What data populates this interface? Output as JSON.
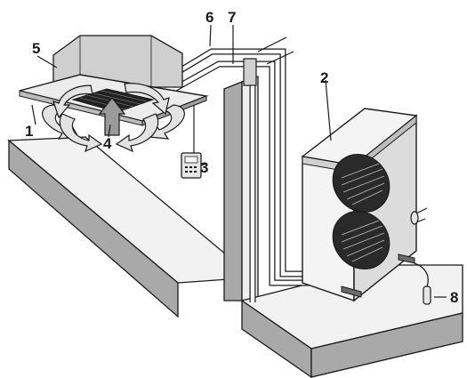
{
  "callouts": {
    "c1": "1",
    "c2": "2",
    "c3": "3",
    "c4": "4",
    "c5": "5",
    "c6": "6",
    "c7": "7",
    "c8": "8"
  },
  "components": {
    "indoor": "cassette-indoor-unit",
    "outdoor": "outdoor-unit",
    "remote": "remote-controller",
    "airflow": "air-flow-arrows",
    "ceiling": "ceiling-panel",
    "pipe_a": "refrigerant-pipe",
    "pipe_b": "drain-pipe",
    "ground": "ground-wire"
  },
  "colors": {
    "line": "#1a1a1a",
    "wall_top": "#f2f2f2",
    "wall_side": "#a9a9a9",
    "unit_front": "#f4f4f4",
    "unit_side": "#d9d9d9",
    "ceiling_box": "#cfcfcf",
    "dark": "#222222"
  }
}
